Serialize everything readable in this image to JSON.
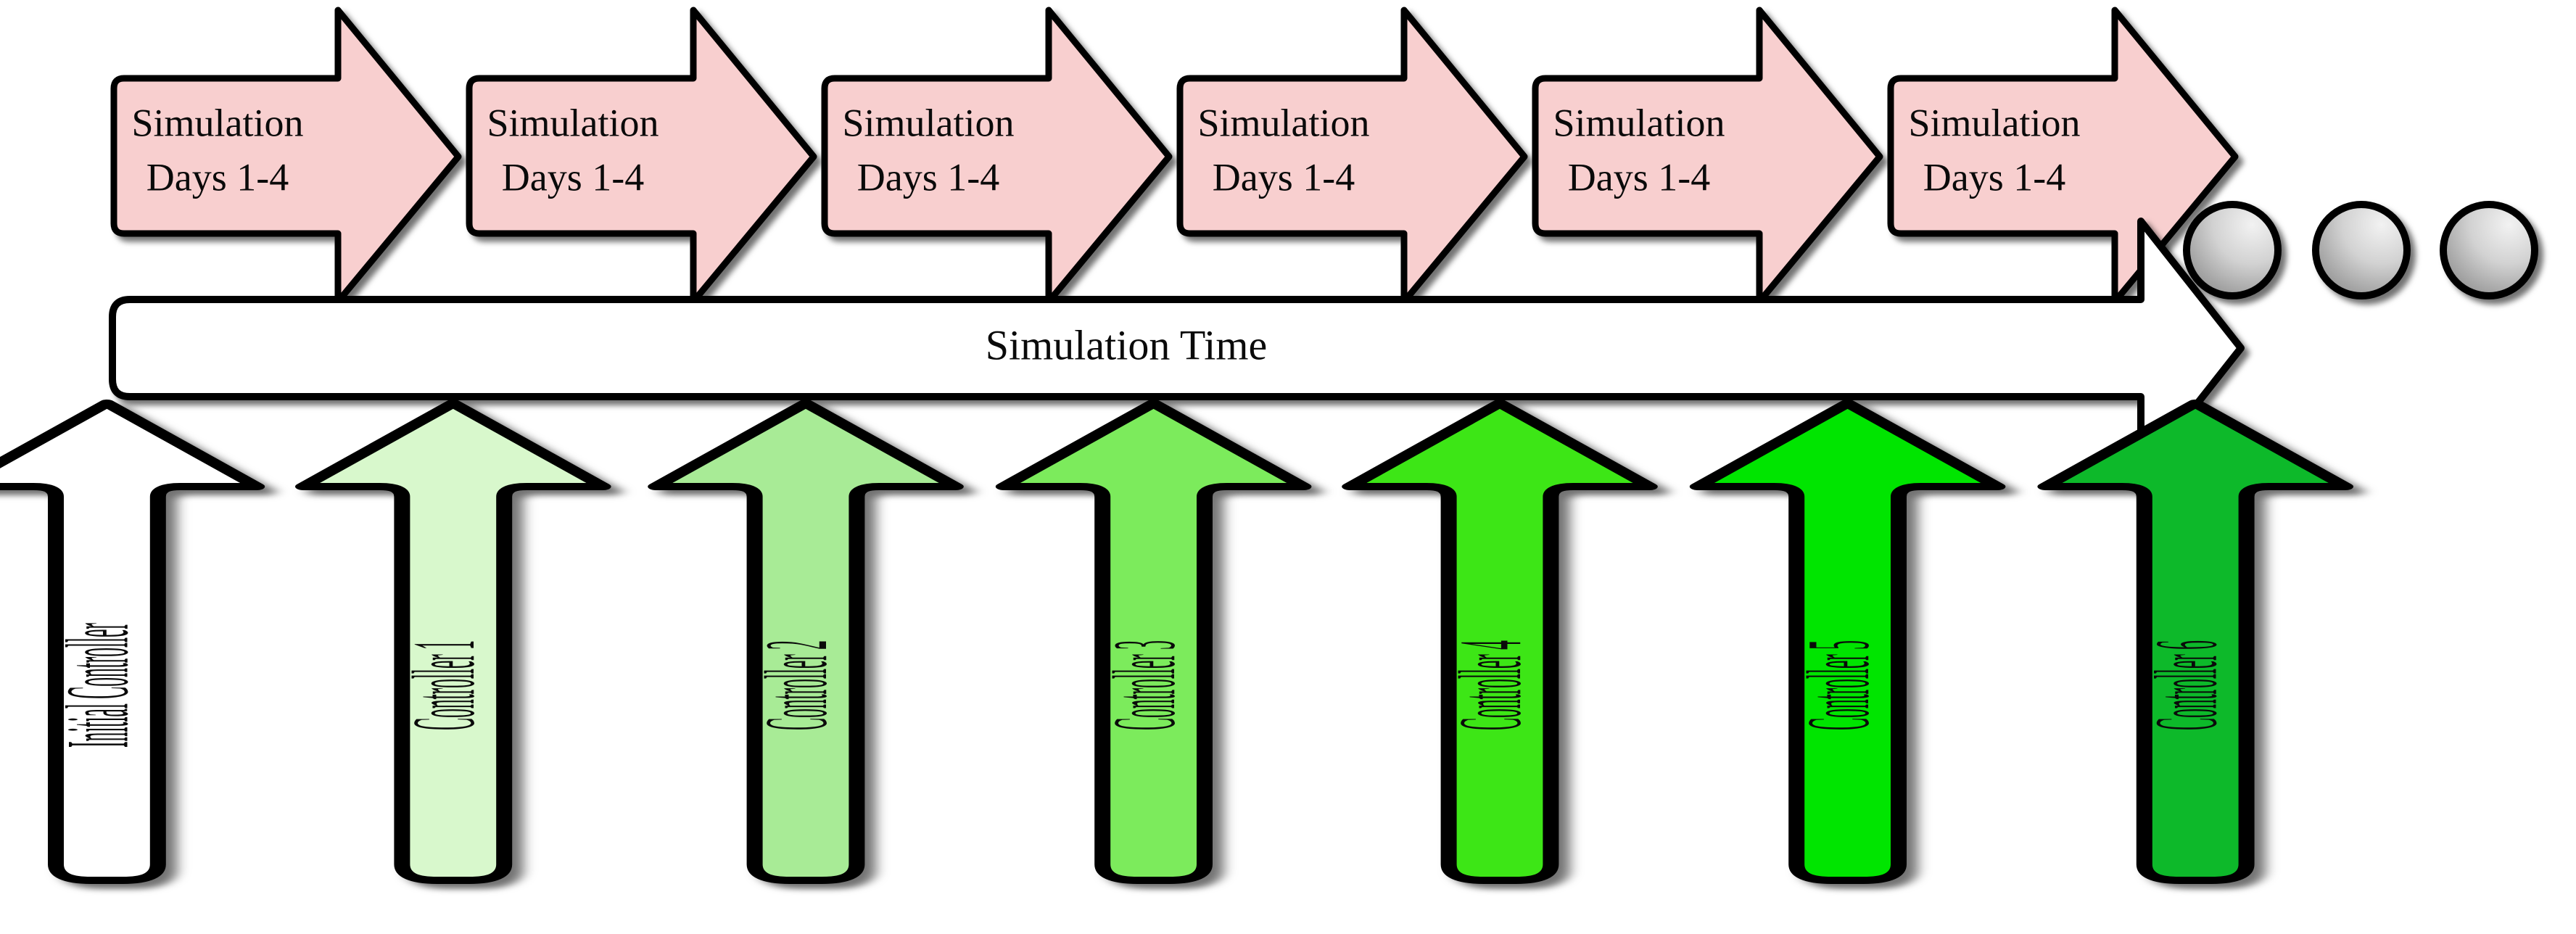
{
  "diagram": {
    "title_text": "Simulation Time",
    "background_color": "#ffffff",
    "outline_color": "#000000"
  },
  "simulation_arrows": {
    "fill_color": "#f8cfcf",
    "items": [
      {
        "line1": "Simulation",
        "line2": "Days 1-4"
      },
      {
        "line1": "Simulation",
        "line2": "Days 1-4"
      },
      {
        "line1": "Simulation",
        "line2": "Days 1-4"
      },
      {
        "line1": "Simulation",
        "line2": "Days 1-4"
      },
      {
        "line1": "Simulation",
        "line2": "Days 1-4"
      },
      {
        "line1": "Simulation",
        "line2": "Days 1-4"
      }
    ]
  },
  "ellipsis_dots": {
    "count": 3,
    "fill_light": "#f0f0f0",
    "fill_dark": "#8c8c8c"
  },
  "time_bar": {
    "label": "Simulation Time",
    "fill_color": "#ffffff"
  },
  "controller_arrows": {
    "items": [
      {
        "label": "Initial Controller",
        "color": "#ffffff"
      },
      {
        "label": "Controller 1",
        "color": "#d8f8cc"
      },
      {
        "label": "Controller 2",
        "color": "#a8eb96"
      },
      {
        "label": "Controller 3",
        "color": "#7ceb5c"
      },
      {
        "label": "Controller 4",
        "color": "#3ce617"
      },
      {
        "label": "Controller 5",
        "color": "#00e500"
      },
      {
        "label": "Controller 6",
        "color": "#0ab92c"
      }
    ]
  }
}
